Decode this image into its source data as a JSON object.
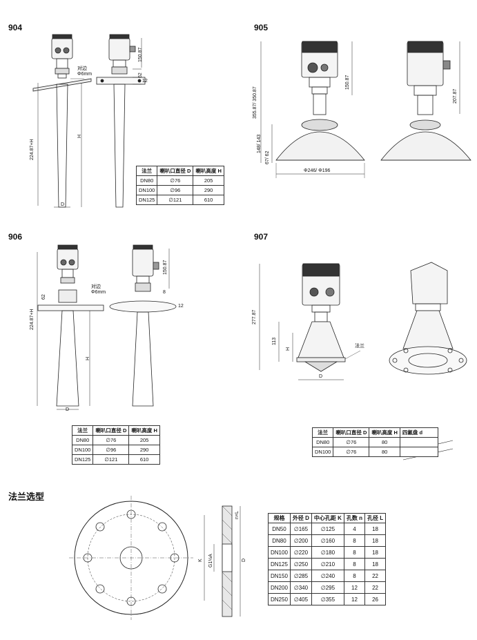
{
  "labels": {
    "m904": "904",
    "m905": "905",
    "m906": "906",
    "m907": "907",
    "flange_section": "法兰选型"
  },
  "m904": {
    "dim_top": "150.87",
    "dim_62": "62",
    "dim_12": "12",
    "dim_total": "224.87+H",
    "dim_H": "H",
    "dim_D": "D",
    "hex_label1": "对边",
    "hex_label2": "Φ6mm"
  },
  "m905": {
    "dim_top": "150.87",
    "dim_right": "207.87",
    "dim_total": "355.87/ 350.87",
    "dim_mid": "148/ 143",
    "dim_low": "67/ 62",
    "dim_dia": "Φ246/ Φ196"
  },
  "m906": {
    "dim_top": "150.87",
    "dim_62": "62",
    "dim_8": "8",
    "dim_12": "12",
    "dim_total": "224.87+H",
    "dim_H": "H",
    "dim_D": "D",
    "hex_label1": "对边",
    "hex_label2": "Φ6mm"
  },
  "m907": {
    "dim_total": "277.87",
    "dim_113": "113",
    "dim_H": "H",
    "dim_D": "D",
    "flange_label": "法兰"
  },
  "flange": {
    "dim_K": "K",
    "dim_D": "D",
    "dim_n": "n×L",
    "dim_G": "G1½A"
  },
  "table904": {
    "headers": [
      "法兰",
      "喇叭口直径 D",
      "喇叭高度 H"
    ],
    "rows": [
      [
        "DN80",
        "∅76",
        "205"
      ],
      [
        "DN100",
        "∅96",
        "290"
      ],
      [
        "DN125",
        "∅121",
        "610"
      ]
    ]
  },
  "table906": {
    "headers": [
      "法兰",
      "喇叭口直径 D",
      "喇叭高度 H"
    ],
    "rows": [
      [
        "DN80",
        "∅76",
        "205"
      ],
      [
        "DN100",
        "∅96",
        "290"
      ],
      [
        "DN125",
        "∅121",
        "610"
      ]
    ]
  },
  "table907": {
    "headers": [
      "法兰",
      "喇叭口直径 D",
      "喇叭高度 H",
      "四氟盘 d"
    ],
    "rows": [
      [
        "DN80",
        "∅76",
        "80",
        ""
      ],
      [
        "DN100",
        "∅76",
        "80",
        ""
      ]
    ]
  },
  "flange_table": {
    "headers": [
      "规格",
      "外径 D",
      "中心孔距 K",
      "孔数 n",
      "孔径 L"
    ],
    "rows": [
      [
        "DN50",
        "∅165",
        "∅125",
        "4",
        "18"
      ],
      [
        "DN80",
        "∅200",
        "∅160",
        "8",
        "18"
      ],
      [
        "DN100",
        "∅220",
        "∅180",
        "8",
        "18"
      ],
      [
        "DN125",
        "∅250",
        "∅210",
        "8",
        "18"
      ],
      [
        "DN150",
        "∅285",
        "∅240",
        "8",
        "22"
      ],
      [
        "DN200",
        "∅340",
        "∅295",
        "12",
        "22"
      ],
      [
        "DN250",
        "∅405",
        "∅355",
        "12",
        "26"
      ]
    ]
  }
}
